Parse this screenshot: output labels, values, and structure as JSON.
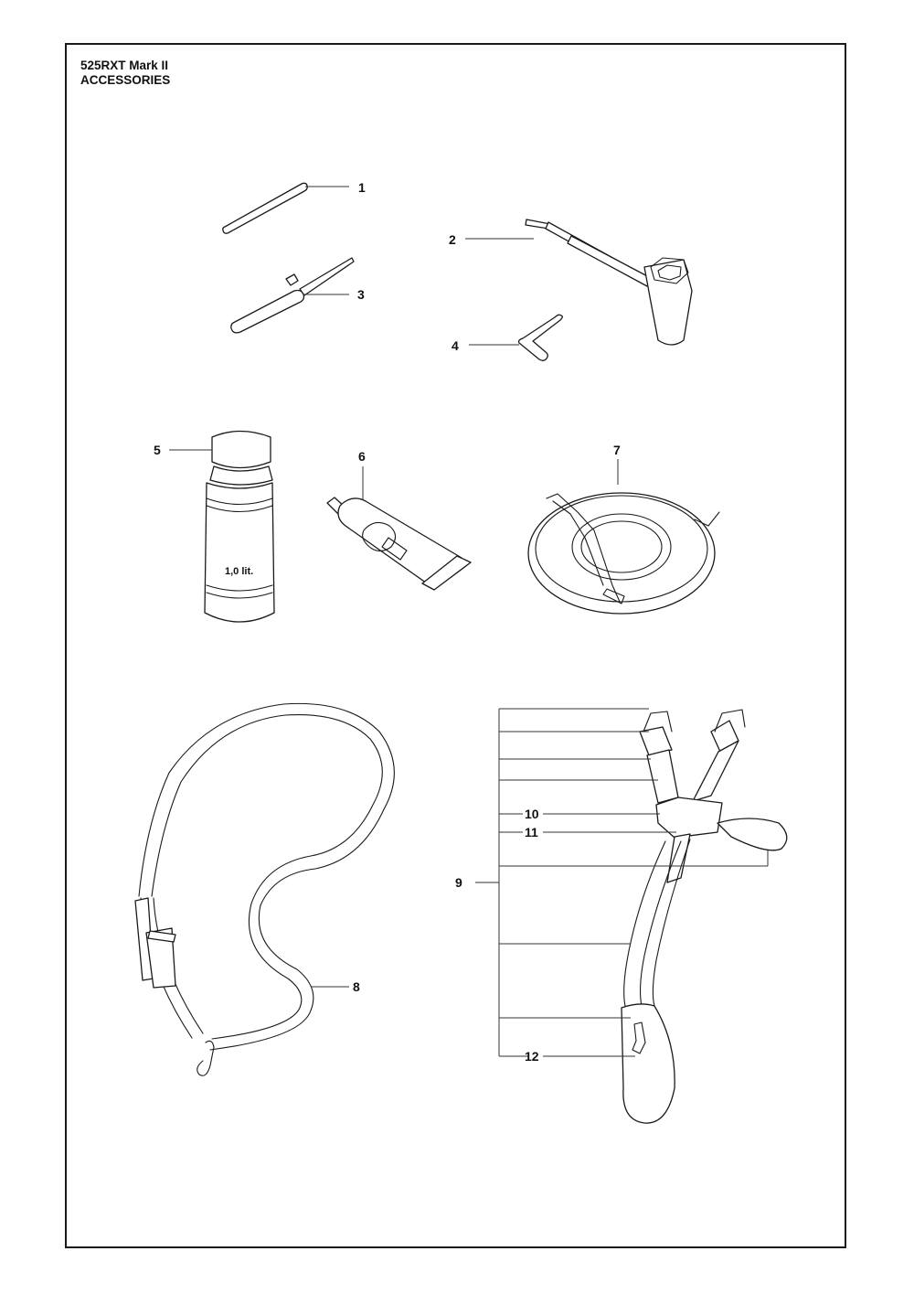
{
  "header": {
    "model": "525RXT Mark II",
    "section": "ACCESSORIES"
  },
  "parts": [
    {
      "number": "1"
    },
    {
      "number": "2"
    },
    {
      "number": "3"
    },
    {
      "number": "4"
    },
    {
      "number": "5"
    },
    {
      "number": "6"
    },
    {
      "number": "7"
    },
    {
      "number": "8"
    },
    {
      "number": "9"
    },
    {
      "number": "10"
    },
    {
      "number": "11"
    },
    {
      "number": "12"
    }
  ],
  "bottle_text": "1,0 lit."
}
